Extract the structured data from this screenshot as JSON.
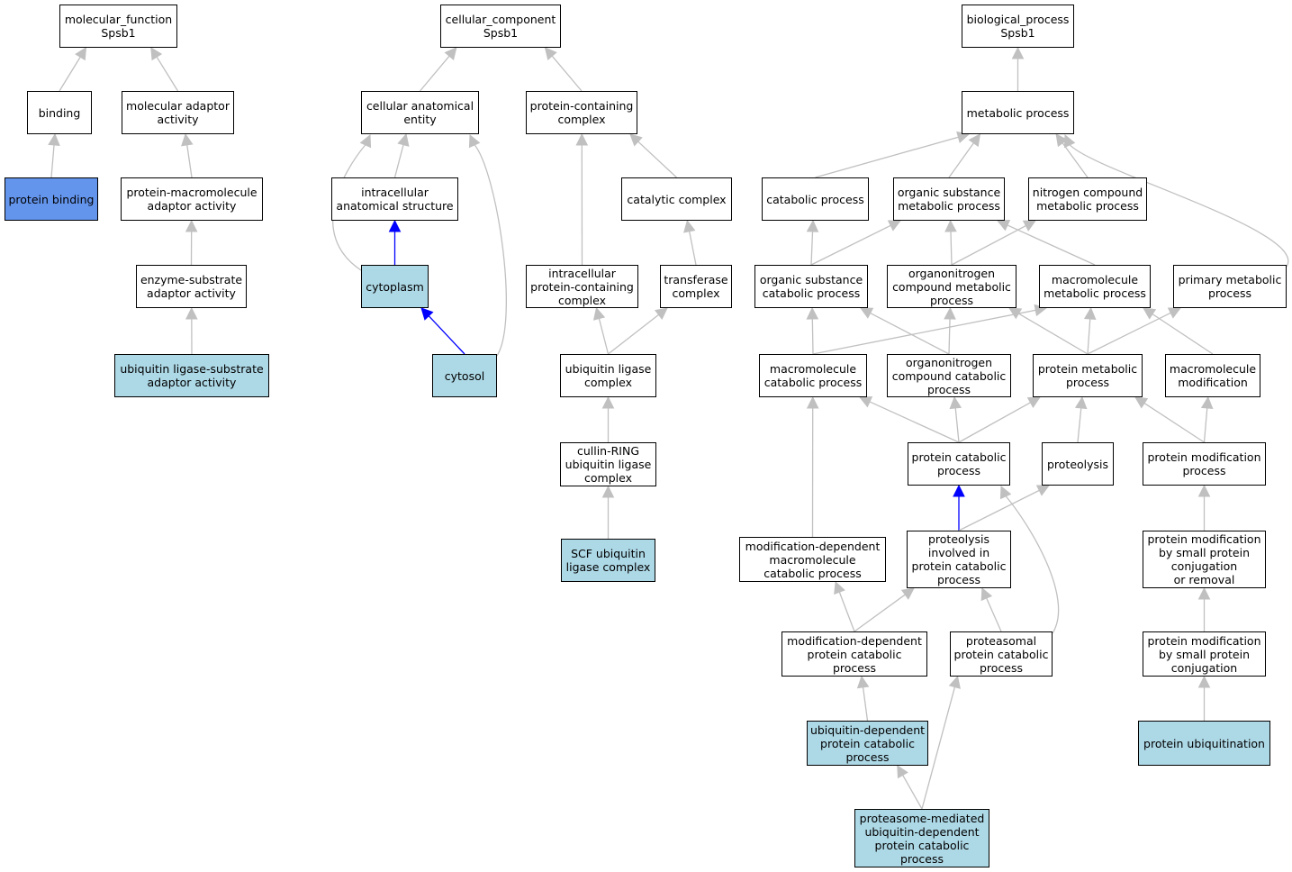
{
  "colors": {
    "edge_default": "#c0c0c0",
    "edge_highlight": "#0000ff",
    "node_default": "#ffffff",
    "node_annotated": "#add8e6",
    "node_direct": "#6495ed",
    "node_border": "#000000"
  },
  "nodes": [
    {
      "id": "mf_root",
      "label": "molecular_function\nSpsb1",
      "fill": "default"
    },
    {
      "id": "binding",
      "label": "binding",
      "fill": "default"
    },
    {
      "id": "mol_adaptor",
      "label": "molecular adaptor\nactivity",
      "fill": "default"
    },
    {
      "id": "protein_binding",
      "label": "protein binding",
      "fill": "direct"
    },
    {
      "id": "prot_macro_adaptor",
      "label": "protein-macromolecule\nadaptor activity",
      "fill": "default"
    },
    {
      "id": "enz_sub_adaptor",
      "label": "enzyme-substrate\nadaptor activity",
      "fill": "default"
    },
    {
      "id": "ub_lig_sub_adaptor",
      "label": "ubiquitin ligase-substrate\nadaptor activity",
      "fill": "annotated"
    },
    {
      "id": "cc_root",
      "label": "cellular_component\nSpsb1",
      "fill": "default"
    },
    {
      "id": "cell_anat_entity",
      "label": "cellular anatomical\nentity",
      "fill": "default"
    },
    {
      "id": "prot_cont_complex",
      "label": "protein-containing\ncomplex",
      "fill": "default"
    },
    {
      "id": "intracell_anat",
      "label": "intracellular\nanatomical structure",
      "fill": "default"
    },
    {
      "id": "catalytic_complex",
      "label": "catalytic complex",
      "fill": "default"
    },
    {
      "id": "cytoplasm",
      "label": "cytoplasm",
      "fill": "annotated"
    },
    {
      "id": "intracell_prot_complex",
      "label": "intracellular\nprotein-containing\ncomplex",
      "fill": "default"
    },
    {
      "id": "transferase_complex",
      "label": "transferase\ncomplex",
      "fill": "default"
    },
    {
      "id": "cytosol",
      "label": "cytosol",
      "fill": "annotated"
    },
    {
      "id": "ub_lig_complex",
      "label": "ubiquitin ligase\ncomplex",
      "fill": "default"
    },
    {
      "id": "cullin_ring",
      "label": "cullin-RING\nubiquitin ligase\ncomplex",
      "fill": "default"
    },
    {
      "id": "scf",
      "label": "SCF ubiquitin\nligase complex",
      "fill": "annotated"
    },
    {
      "id": "bp_root",
      "label": "biological_process\nSpsb1",
      "fill": "default"
    },
    {
      "id": "metabolic",
      "label": "metabolic process",
      "fill": "default"
    },
    {
      "id": "catabolic",
      "label": "catabolic process",
      "fill": "default"
    },
    {
      "id": "org_sub_metab",
      "label": "organic substance\nmetabolic process",
      "fill": "default"
    },
    {
      "id": "nitrogen_metab",
      "label": "nitrogen compound\nmetabolic process",
      "fill": "default"
    },
    {
      "id": "org_sub_catab",
      "label": "organic substance\ncatabolic process",
      "fill": "default"
    },
    {
      "id": "organonitrogen_metab",
      "label": "organonitrogen\ncompound metabolic\nprocess",
      "fill": "default"
    },
    {
      "id": "macromol_metab",
      "label": "macromolecule\nmetabolic process",
      "fill": "default"
    },
    {
      "id": "primary_metab",
      "label": "primary metabolic\nprocess",
      "fill": "default"
    },
    {
      "id": "macromol_catab",
      "label": "macromolecule\ncatabolic process",
      "fill": "default"
    },
    {
      "id": "organonitrogen_catab",
      "label": "organonitrogen\ncompound catabolic\nprocess",
      "fill": "default"
    },
    {
      "id": "prot_metab",
      "label": "protein metabolic\nprocess",
      "fill": "default"
    },
    {
      "id": "macromol_mod",
      "label": "macromolecule\nmodification",
      "fill": "default"
    },
    {
      "id": "prot_catab",
      "label": "protein catabolic\nprocess",
      "fill": "default"
    },
    {
      "id": "proteolysis",
      "label": "proteolysis",
      "fill": "default"
    },
    {
      "id": "prot_mod_process",
      "label": "protein modification\nprocess",
      "fill": "default"
    },
    {
      "id": "mod_dep_macromol_catab",
      "label": "modification-dependent\nmacromolecule\ncatabolic process",
      "fill": "default"
    },
    {
      "id": "proteolysis_involved",
      "label": "proteolysis\ninvolved in\nprotein catabolic\nprocess",
      "fill": "default"
    },
    {
      "id": "prot_mod_small",
      "label": "protein modification\nby small protein\nconjugation\nor removal",
      "fill": "default"
    },
    {
      "id": "mod_dep_prot_catab",
      "label": "modification-dependent\nprotein catabolic\nprocess",
      "fill": "default"
    },
    {
      "id": "proteasomal_catab",
      "label": "proteasomal\nprotein catabolic\nprocess",
      "fill": "default"
    },
    {
      "id": "prot_mod_small_conj",
      "label": "protein modification\nby small protein\nconjugation",
      "fill": "default"
    },
    {
      "id": "ub_dep_prot_catab",
      "label": "ubiquitin-dependent\nprotein catabolic\nprocess",
      "fill": "annotated"
    },
    {
      "id": "prot_ubiquitination",
      "label": "protein ubiquitination",
      "fill": "annotated"
    },
    {
      "id": "proteasome_mediated",
      "label": "proteasome-mediated\nubiquitin-dependent\nprotein catabolic\nprocess",
      "fill": "annotated"
    }
  ],
  "edges": [
    {
      "from": "binding",
      "to": "mf_root",
      "color": "default"
    },
    {
      "from": "mol_adaptor",
      "to": "mf_root",
      "color": "default"
    },
    {
      "from": "protein_binding",
      "to": "binding",
      "color": "default"
    },
    {
      "from": "prot_macro_adaptor",
      "to": "mol_adaptor",
      "color": "default"
    },
    {
      "from": "enz_sub_adaptor",
      "to": "prot_macro_adaptor",
      "color": "default"
    },
    {
      "from": "ub_lig_sub_adaptor",
      "to": "enz_sub_adaptor",
      "color": "default"
    },
    {
      "from": "cell_anat_entity",
      "to": "cc_root",
      "color": "default"
    },
    {
      "from": "prot_cont_complex",
      "to": "cc_root",
      "color": "default"
    },
    {
      "from": "intracell_anat",
      "to": "cell_anat_entity",
      "color": "default"
    },
    {
      "from": "cytoplasm",
      "to": "cell_anat_entity",
      "color": "default",
      "curve": "left"
    },
    {
      "from": "cytosol",
      "to": "cell_anat_entity",
      "color": "default",
      "curve": "right"
    },
    {
      "from": "cytoplasm",
      "to": "intracell_anat",
      "color": "highlight"
    },
    {
      "from": "cytosol",
      "to": "cytoplasm",
      "color": "highlight"
    },
    {
      "from": "catalytic_complex",
      "to": "prot_cont_complex",
      "color": "default"
    },
    {
      "from": "intracell_prot_complex",
      "to": "prot_cont_complex",
      "color": "default"
    },
    {
      "from": "transferase_complex",
      "to": "catalytic_complex",
      "color": "default"
    },
    {
      "from": "ub_lig_complex",
      "to": "intracell_prot_complex",
      "color": "default"
    },
    {
      "from": "ub_lig_complex",
      "to": "transferase_complex",
      "color": "default"
    },
    {
      "from": "cullin_ring",
      "to": "ub_lig_complex",
      "color": "default"
    },
    {
      "from": "scf",
      "to": "cullin_ring",
      "color": "default"
    },
    {
      "from": "metabolic",
      "to": "bp_root",
      "color": "default"
    },
    {
      "from": "catabolic",
      "to": "metabolic",
      "color": "default"
    },
    {
      "from": "org_sub_metab",
      "to": "metabolic",
      "color": "default"
    },
    {
      "from": "nitrogen_metab",
      "to": "metabolic",
      "color": "default"
    },
    {
      "from": "primary_metab",
      "to": "metabolic",
      "color": "default",
      "curve": "right"
    },
    {
      "from": "org_sub_catab",
      "to": "catabolic",
      "color": "default"
    },
    {
      "from": "org_sub_catab",
      "to": "org_sub_metab",
      "color": "default"
    },
    {
      "from": "organonitrogen_metab",
      "to": "org_sub_metab",
      "color": "default"
    },
    {
      "from": "organonitrogen_metab",
      "to": "nitrogen_metab",
      "color": "default"
    },
    {
      "from": "macromol_metab",
      "to": "org_sub_metab",
      "color": "default"
    },
    {
      "from": "macromol_catab",
      "to": "org_sub_catab",
      "color": "default"
    },
    {
      "from": "macromol_catab",
      "to": "macromol_metab",
      "color": "default"
    },
    {
      "from": "organonitrogen_catab",
      "to": "org_sub_catab",
      "color": "default"
    },
    {
      "from": "organonitrogen_catab",
      "to": "organonitrogen_metab",
      "color": "default"
    },
    {
      "from": "prot_metab",
      "to": "organonitrogen_metab",
      "color": "default"
    },
    {
      "from": "prot_metab",
      "to": "macromol_metab",
      "color": "default"
    },
    {
      "from": "prot_metab",
      "to": "primary_metab",
      "color": "default"
    },
    {
      "from": "macromol_mod",
      "to": "macromol_metab",
      "color": "default"
    },
    {
      "from": "prot_catab",
      "to": "macromol_catab",
      "color": "default"
    },
    {
      "from": "prot_catab",
      "to": "organonitrogen_catab",
      "color": "default"
    },
    {
      "from": "prot_catab",
      "to": "prot_metab",
      "color": "default"
    },
    {
      "from": "proteolysis",
      "to": "prot_metab",
      "color": "default"
    },
    {
      "from": "prot_mod_process",
      "to": "prot_metab",
      "color": "default"
    },
    {
      "from": "prot_mod_process",
      "to": "macromol_mod",
      "color": "default"
    },
    {
      "from": "mod_dep_macromol_catab",
      "to": "macromol_catab",
      "color": "default"
    },
    {
      "from": "proteolysis_involved",
      "to": "prot_catab",
      "color": "highlight"
    },
    {
      "from": "proteolysis_involved",
      "to": "proteolysis",
      "color": "default"
    },
    {
      "from": "prot_mod_small",
      "to": "prot_mod_process",
      "color": "default"
    },
    {
      "from": "mod_dep_prot_catab",
      "to": "mod_dep_macromol_catab",
      "color": "default"
    },
    {
      "from": "mod_dep_prot_catab",
      "to": "proteolysis_involved",
      "color": "default"
    },
    {
      "from": "proteasomal_catab",
      "to": "proteolysis_involved",
      "color": "default"
    },
    {
      "from": "proteasomal_catab",
      "to": "prot_catab",
      "color": "default",
      "curve": "right"
    },
    {
      "from": "prot_mod_small_conj",
      "to": "prot_mod_small",
      "color": "default"
    },
    {
      "from": "ub_dep_prot_catab",
      "to": "mod_dep_prot_catab",
      "color": "default"
    },
    {
      "from": "prot_ubiquitination",
      "to": "prot_mod_small_conj",
      "color": "default"
    },
    {
      "from": "proteasome_mediated",
      "to": "ub_dep_prot_catab",
      "color": "default"
    },
    {
      "from": "proteasome_mediated",
      "to": "proteasomal_catab",
      "color": "default"
    }
  ]
}
